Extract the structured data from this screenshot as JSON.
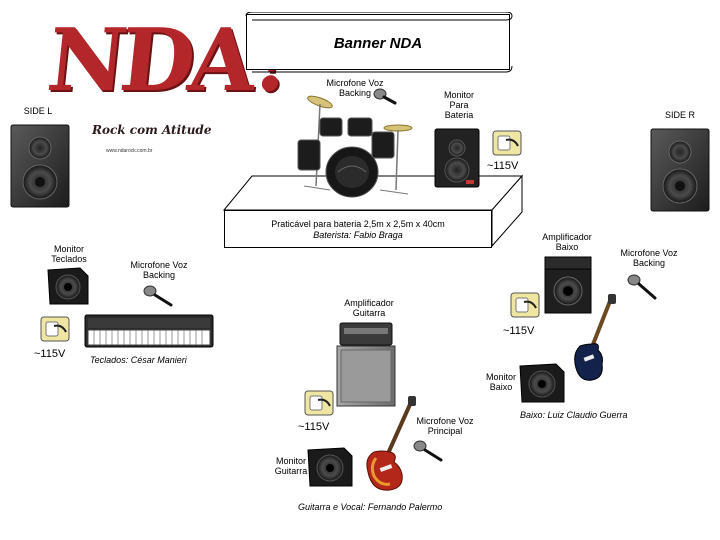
{
  "logo": {
    "text": "NDA?",
    "tagline": "Rock com Atitude",
    "site": "www.ndarock.com.br"
  },
  "banner": {
    "text": "Banner NDA"
  },
  "platform": {
    "line1": "Praticável para bateria 2,5m x 2,5m x 40cm",
    "line2": "Baterista: Fabio Braga"
  },
  "side_l": {
    "label": "SIDE L"
  },
  "side_r": {
    "label": "SIDE R"
  },
  "drums": {
    "mic_label": "Microfone Voz\nBacking",
    "monitor_label": "Monitor\nPara\nBateria",
    "voltage": "~115V"
  },
  "keys": {
    "monitor_label": "Monitor\nTeclados",
    "mic_label": "Microfone Voz\nBacking",
    "voltage": "~115V",
    "player": "Teclados: César Manieri"
  },
  "guitar": {
    "amp_label": "Amplificador\nGuitarra",
    "voltage": "~115V",
    "mic_label": "Microfone Voz\nPrincipal",
    "monitor_label": "Monitor\nGuitarra",
    "player": "Guitarra e Vocal: Fernando Palermo"
  },
  "bass": {
    "amp_label": "Amplificador\nBaixo",
    "mic_label": "Microfone Voz\nBacking",
    "voltage": "~115V",
    "monitor_label": "Monitor\nBaixo",
    "player": "Baixo: Luiz Claudio Guerra"
  },
  "colors": {
    "logo_red": "#b3262a",
    "outlet_yellow": "#efe6a4",
    "amp_grey": "#8e8e8e"
  }
}
